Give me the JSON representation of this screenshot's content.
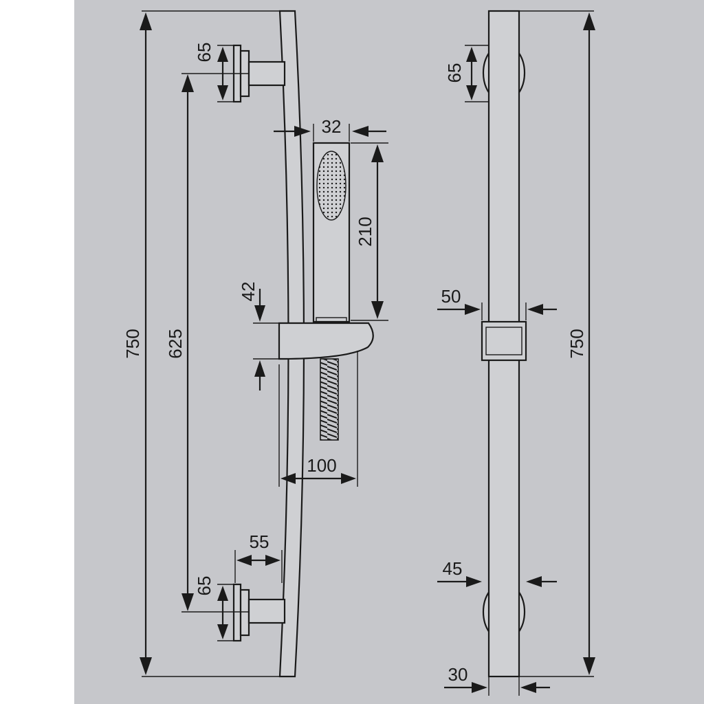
{
  "page": {
    "background": "#c6c7cb",
    "line_color": "#1a1a1a"
  },
  "side_view": {
    "total_height": "750",
    "bracket_spacing": "625",
    "bracket_top_height": "65",
    "bracket_bottom_height": "65",
    "bracket_projection": "55",
    "handshower_width": "32",
    "handshower_length": "210",
    "holder_height": "42",
    "holder_depth": "100"
  },
  "front_view": {
    "total_height": "750",
    "bracket_height": "65",
    "slider_width": "50",
    "bracket_width": "45",
    "rail_width": "30"
  }
}
